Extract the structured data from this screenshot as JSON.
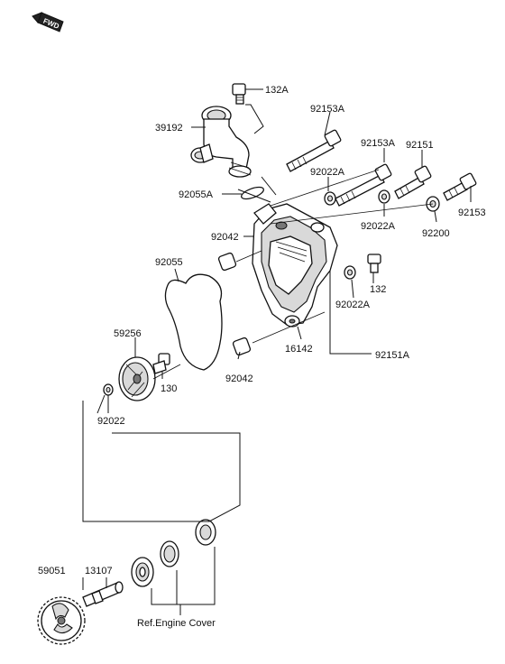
{
  "badge": {
    "text": "FWD"
  },
  "callouts": {
    "p132A": "132A",
    "p39192": "39192",
    "p92153A_1": "92153A",
    "p92153A_2": "92153A",
    "p92151": "92151",
    "p92022A_1": "92022A",
    "p92055A": "92055A",
    "p92022A_2": "92022A",
    "p92153": "92153",
    "p92200": "92200",
    "p92042_1": "92042",
    "p92055": "92055",
    "p132": "132",
    "p92022A_3": "92022A",
    "p59256": "59256",
    "p16142": "16142",
    "p92151A": "92151A",
    "p130": "130",
    "p92042_2": "92042",
    "p92022": "92022",
    "p59051": "59051",
    "p13107": "13107",
    "ref_engine_cover": "Ref.Engine Cover"
  }
}
